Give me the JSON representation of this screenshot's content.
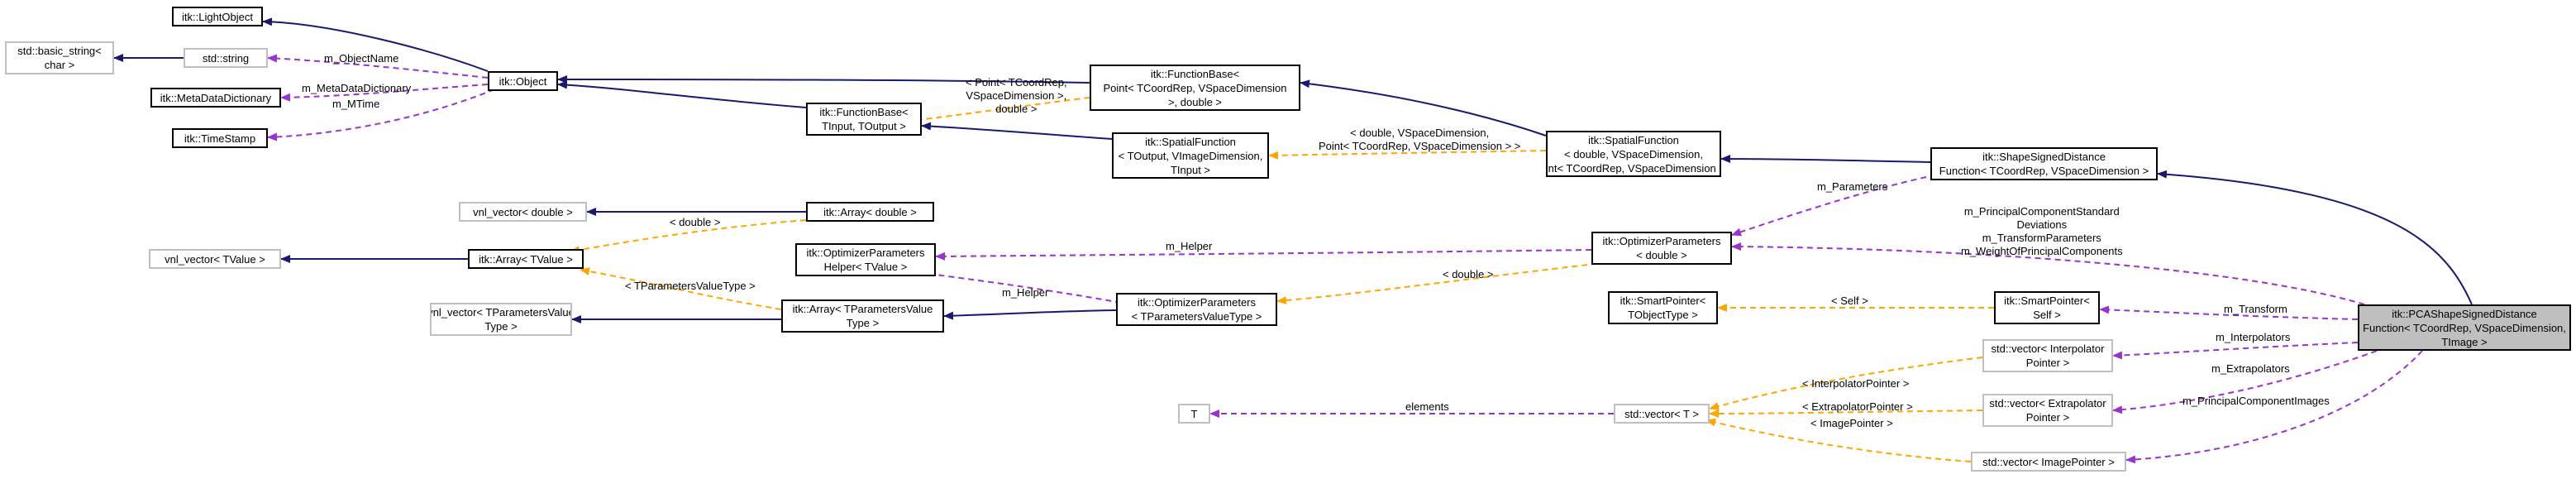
{
  "diagram": {
    "nodes": {
      "light_object": "itk::LightObject",
      "basic_string": "std::basic_string<\nchar >",
      "std_string": "std::string",
      "object": "itk::Object",
      "meta_data_dictionary": "itk::MetaDataDictionary",
      "time_stamp": "itk::TimeStamp",
      "function_base_point": "itk::FunctionBase<\nPoint< TCoordRep, VSpaceDimension\n>, double >",
      "function_base_tinput": "itk::FunctionBase<\nTInput, TOutput >",
      "spatial_function_toutput": "itk::SpatialFunction\n< TOutput, VImageDimension,\nTInput >",
      "spatial_function_double": "itk::SpatialFunction\n< double, VSpaceDimension,\nPoint< TCoordRep, VSpaceDimension > >",
      "shape_signed_distance_function": "itk::ShapeSignedDistance\nFunction< TCoordRep, VSpaceDimension >",
      "vnl_vector_double": "vnl_vector< double >",
      "array_double": "itk::Array< double >",
      "vnl_vector_tvalue": "vnl_vector< TValue >",
      "array_tvalue": "itk::Array< TValue >",
      "optimizer_parameters_helper": "itk::OptimizerParameters\nHelper< TValue >",
      "optimizer_parameters_double": "itk::OptimizerParameters\n< double >",
      "vnl_vector_tparams": "vnl_vector< TParametersValue\nType >",
      "array_tparams": "itk::Array< TParametersValue\nType >",
      "optimizer_parameters_tparams": "itk::OptimizerParameters\n< TParametersValueType >",
      "smart_pointer_tobject": "itk::SmartPointer<\nTObjectType >",
      "smart_pointer_self": "itk::SmartPointer<\nSelf >",
      "pca_function": "itk::PCAShapeSignedDistance\nFunction< TCoordRep, VSpaceDimension,\nTImage >",
      "vector_interpolator": "std::vector< Interpolator\nPointer >",
      "vector_extrapolator": "std::vector< Extrapolator\nPointer >",
      "vector_image_pointer": "std::vector< ImagePointer >",
      "t": "T",
      "std_vector_t": "std::vector< T >"
    },
    "edge_labels": {
      "m_object_name": "m_ObjectName",
      "m_meta_data_dictionary": "m_MetaDataDictionary",
      "m_mtime": "m_MTime",
      "point_template": "< Point< TCoordRep,\nVSpaceDimension >,\ndouble >",
      "double_template_spatial": "< double, VSpaceDimension,\nPoint< TCoordRep, VSpaceDimension > >",
      "m_parameters": "m_Parameters",
      "double_array": "< double >",
      "m_helper_top": "m_Helper",
      "double_optimizer": "< double >",
      "tparams_template": "< TParametersValueType >",
      "m_helper_bottom": "m_Helper",
      "pca_members": "m_PrincipalComponentStandard\nDeviations\nm_TransformParameters\nm_WeightOfPrincipalComponents",
      "self_template": "< Self >",
      "m_transform": "m_Transform",
      "m_interpolators": "m_Interpolators",
      "m_extrapolators": "m_Extrapolators",
      "m_principal_component_images": "m_PrincipalComponentImages",
      "interpolator_pointer": "< InterpolatorPointer >",
      "extrapolator_pointer": "< ExtrapolatorPointer >",
      "image_pointer": "< ImagePointer >",
      "elements": "elements"
    },
    "colors": {
      "inheritance": "#191970",
      "usage": "#9a32cd",
      "template": "#ffa500",
      "grey_border": "#bfbfbf",
      "main_fill": "#bfbfbf"
    }
  }
}
